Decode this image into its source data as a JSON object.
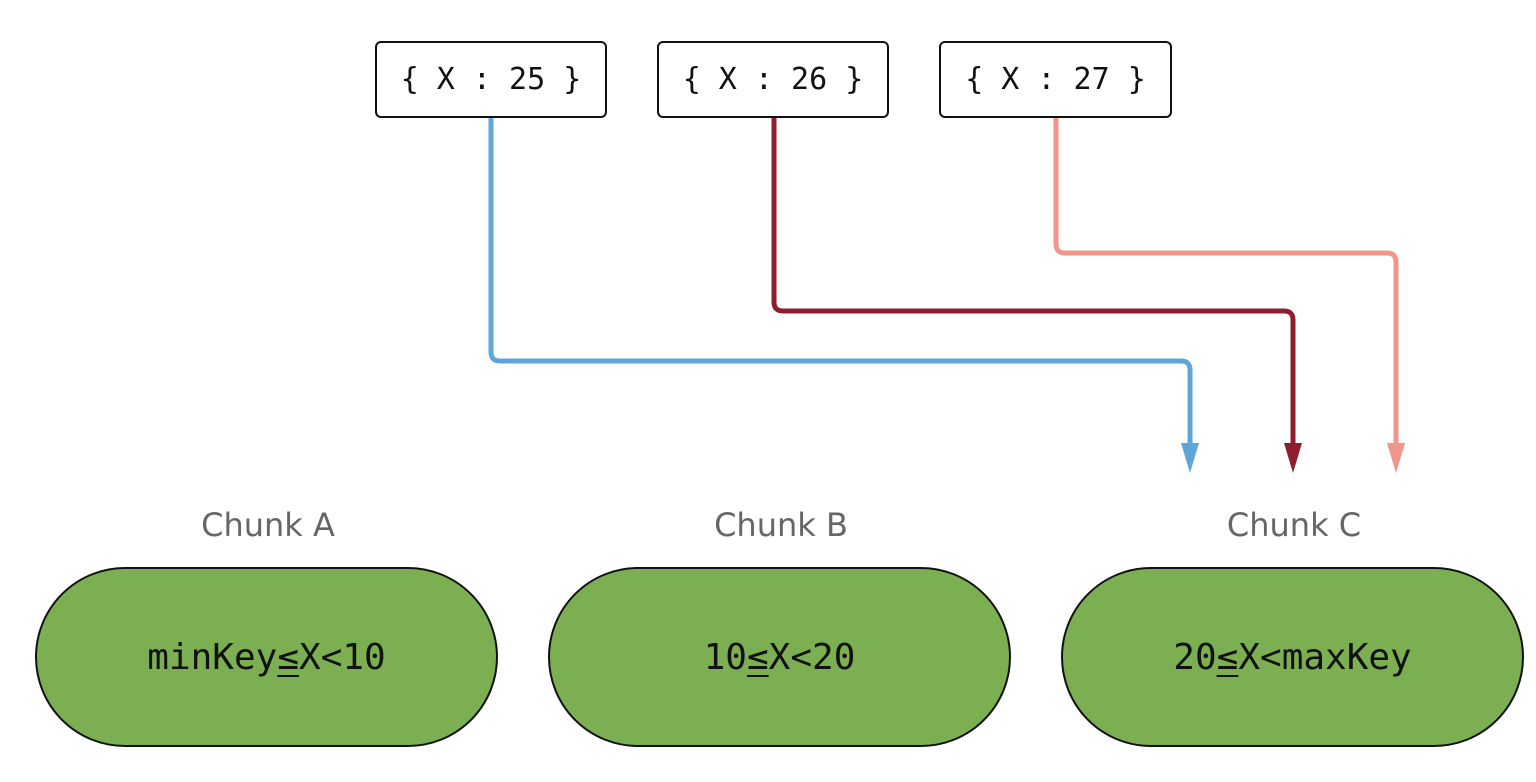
{
  "documents": [
    {
      "text": "{ X : 25 }",
      "color": "#5ea5d8"
    },
    {
      "text": "{ X : 26 }",
      "color": "#8f1f2d"
    },
    {
      "text": "{ X : 27 }",
      "color": "#f0968a"
    }
  ],
  "chunks": [
    {
      "title": "Chunk A",
      "lower": "minKey",
      "op1": "≤",
      "var": "X",
      "op2": "<",
      "upper": "10"
    },
    {
      "title": "Chunk B",
      "lower": "10",
      "op1": "≤",
      "var": "X",
      "op2": "<",
      "upper": "20"
    },
    {
      "title": "Chunk C",
      "lower": "20",
      "op1": "≤",
      "var": "X",
      "op2": "<",
      "upper": "maxKey"
    }
  ],
  "colors": {
    "chunk_fill": "#7caf52",
    "chunk_title": "#666666",
    "outline": "#111111"
  }
}
